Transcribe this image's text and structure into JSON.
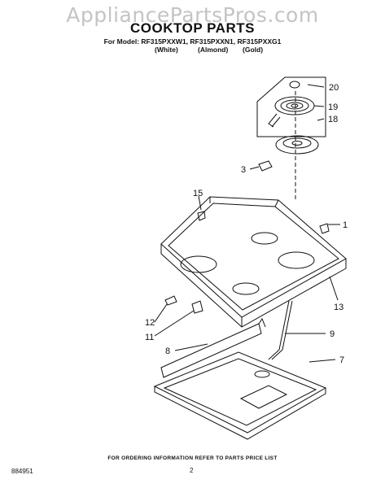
{
  "watermark": "AppliancePartsPros.com",
  "title": "COOKTOP PARTS",
  "models_line": "For Model: RF315PXXW1, RF315PXXN1, RF315PXXG1",
  "variants": [
    "(White)",
    "(Almond)",
    "(Gold)"
  ],
  "callouts": [
    "20",
    "19",
    "18",
    "3",
    "15",
    "1",
    "13",
    "12",
    "11",
    "9",
    "8",
    "7"
  ],
  "footer": "FOR ORDERING INFORMATION REFER TO PARTS PRICE LIST",
  "doc_id": "884951",
  "page_number": "2"
}
